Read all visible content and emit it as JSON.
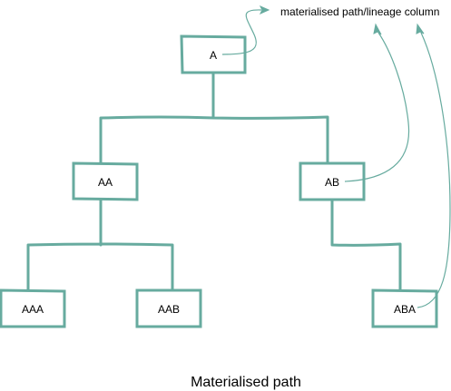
{
  "colors": {
    "stroke": "#67ab9f",
    "text": "#000000",
    "background": "#ffffff"
  },
  "nodes": {
    "a": "A",
    "aa": "AA",
    "ab": "AB",
    "aaa": "AAA",
    "aab": "AAB",
    "aba": "ABA"
  },
  "annotation": "materialised path/lineage column",
  "caption": "Materialised path"
}
